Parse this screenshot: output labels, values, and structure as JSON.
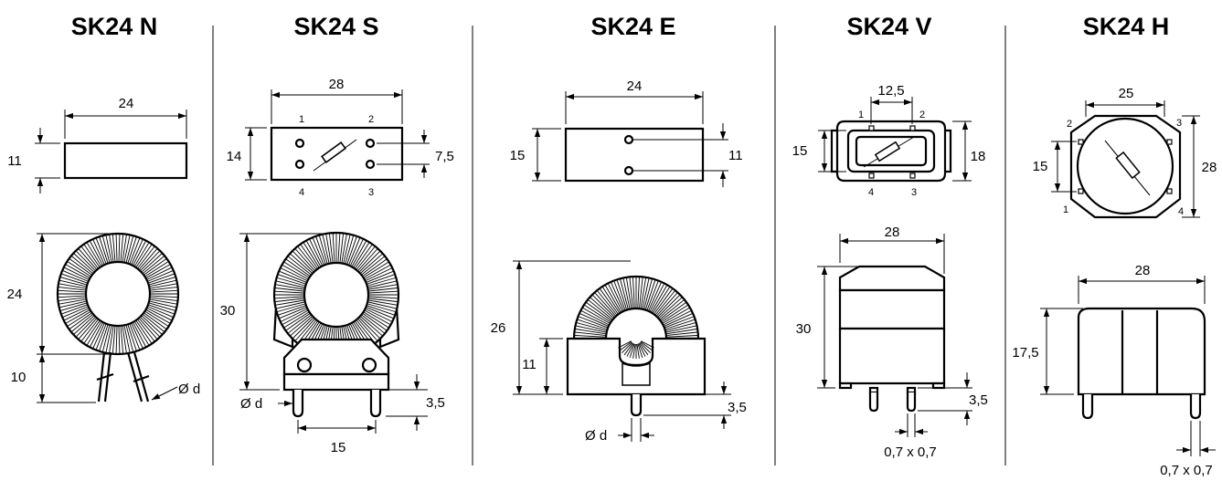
{
  "titles": {
    "n": "SK24 N",
    "s": "SK24 S",
    "e": "SK24 E",
    "v": "SK24 V",
    "h": "SK24 H"
  },
  "n": {
    "w": "24",
    "h": "11",
    "ring_d": "24",
    "lead": "10",
    "wire": "Ø d"
  },
  "s": {
    "w": "28",
    "h": "14",
    "pitch": "7,5",
    "total_h": "30",
    "pin_len": "3,5",
    "pin_pitch": "15",
    "wire": "Ø d",
    "pins": [
      "1",
      "2",
      "3",
      "4"
    ]
  },
  "e": {
    "w": "24",
    "h": "15",
    "pitch": "11",
    "total_h": "26",
    "base_h": "11",
    "pin_len": "3,5",
    "wire": "Ø d"
  },
  "v": {
    "pitch": "12,5",
    "h": "15",
    "outer_h": "18",
    "w": "28",
    "total_h": "30",
    "pin_len": "3,5",
    "pin": "0,7 x 0,7",
    "pins": [
      "1",
      "2",
      "3",
      "4"
    ]
  },
  "h": {
    "w": "25",
    "pitch": "15",
    "outer_h": "28",
    "body_w": "28",
    "body_h": "17,5",
    "pin": "0,7 x 0,7",
    "pins": [
      "1",
      "2",
      "3",
      "4"
    ]
  }
}
